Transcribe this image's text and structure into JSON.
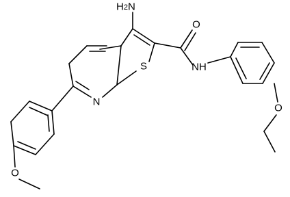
{
  "molecule": {
    "atoms": {
      "amine_h": "H",
      "amine_sub": "2",
      "amine_n": "N",
      "carbonyl_o": "O",
      "thiophene_s": "S",
      "amide_nh": "NH",
      "pyridine_n": "N",
      "ether_o": "O",
      "methoxy_o": "O"
    }
  },
  "colors": {
    "line": "#000000",
    "background": "#ffffff"
  }
}
